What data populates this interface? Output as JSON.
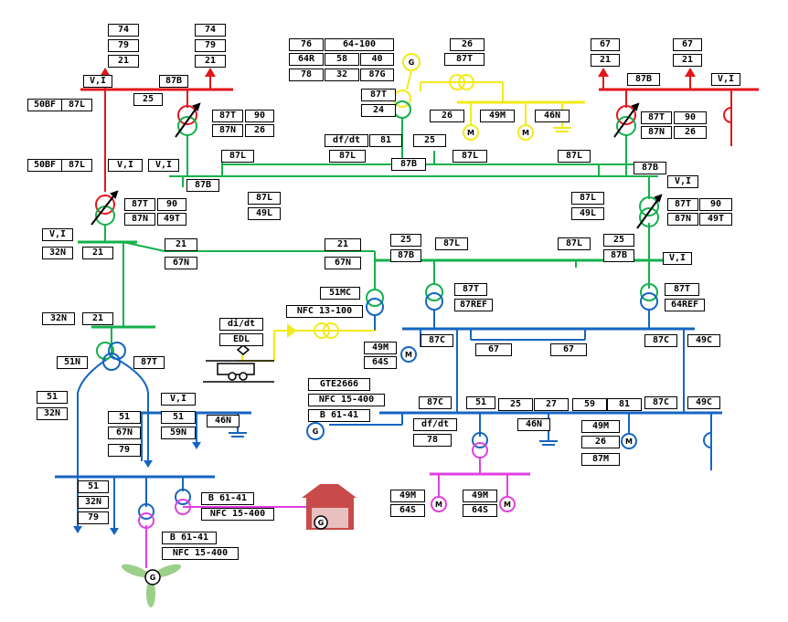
{
  "colors": {
    "red_section": "#e3161b",
    "green_section": "#12b14b",
    "yellow_section": "#f2ea1a",
    "blue_section": "#1565c0",
    "magenta_section": "#e040e0",
    "house": "#c84a4a"
  },
  "labels": {
    "tl_74": "74",
    "tl_79": "79",
    "tl_21": "21",
    "tl2_74": "74",
    "tl2_79": "79",
    "tl2_21": "21",
    "vi_top": "V,I",
    "87b_top": "87B",
    "25_top": "25",
    "50bf_1": "50BF",
    "87l_1": "87L",
    "t1_87t": "87T",
    "t1_90": "90",
    "t1_87n": "87N",
    "t1_26": "26",
    "50bf_2": "50BF",
    "87l_2": "87L",
    "vi_2": "V,I",
    "vi_3": "V,I",
    "g_76": "76",
    "g_64_100": "64-100",
    "g_64r": "64R",
    "g_58": "58",
    "g_40": "40",
    "g_78": "78",
    "g_32": "32",
    "g_87g": "87G",
    "y_26": "26",
    "y_87t": "87T",
    "y_87t2": "87T",
    "y_24": "24",
    "y_26b": "26",
    "y_49m": "49M",
    "y_46n": "46N",
    "dfdt_1": "df/dt",
    "n81_1": "81",
    "87l_3": "87L",
    "87b_2": "87B",
    "n25_2": "25",
    "87l_4": "87L",
    "87l_5": "87L",
    "87b_3": "87B",
    "87l_6": "87L",
    "49l_1": "49L",
    "tr_67a": "67",
    "tr_21a": "21",
    "tr_67b": "67",
    "tr_21b": "21",
    "87b_4": "87B",
    "vi_4": "V,I",
    "tr_87t": "87T",
    "tr_90": "90",
    "tr_87n": "87N",
    "tr_26": "26",
    "87l_7": "87L",
    "87b_5": "87B",
    "vi_5": "V,I",
    "87l_8": "87L",
    "49l_2": "49L",
    "tr2_87t": "87T",
    "tr2_90": "90",
    "tr2_87n": "87N",
    "tr2_49t": "49T",
    "lt_87t": "87T",
    "lt_90": "90",
    "lt_87n": "87N",
    "lt_49t": "49T",
    "vi_6": "V,I",
    "32n_1": "32N",
    "n21_1": "21",
    "n21_2": "21",
    "67n_1": "67N",
    "n21_3": "21",
    "67n_2": "67N",
    "n25_3": "25",
    "87l_9": "87L",
    "87b_6": "87B",
    "87l_10": "87L",
    "n25_4": "25",
    "87b_7": "87B",
    "vi_7": "V,I",
    "51mc": "51MC",
    "nfc_13_100": "NFC 13-100",
    "didt": "di/dt",
    "edl": "EDL",
    "87t_b": "87T",
    "87ref": "87REF",
    "87t_c": "87T",
    "64ref": "64REF",
    "32n_2": "32N",
    "n21_4": "21",
    "49m_1": "49M",
    "64s_1": "64S",
    "87c_1": "87C",
    "n67_1": "67",
    "n67_2": "67",
    "87c_2": "87C",
    "49c_1": "49C",
    "51n": "51N",
    "87t_d": "87T",
    "n51_1": "51",
    "32n_3": "32N",
    "vi_8": "V,I",
    "n51_2": "51",
    "59n": "59N",
    "46n_2": "46N",
    "n51_3": "51",
    "67n_3": "67N",
    "n79": "79",
    "gte2666": "GTE2666",
    "nfc_15_400a": "NFC 15-400",
    "b6141a": "B 61-41",
    "87c_3": "87C",
    "n51_4": "51",
    "n25_5": "25",
    "n27": "27",
    "n59": "59",
    "n81_2": "81",
    "87c_4": "87C",
    "49c_2": "49C",
    "dfdt_2": "df/dt",
    "n78": "78",
    "46n_3": "46N",
    "49m_2": "49M",
    "n26_2": "26",
    "87m": "87M",
    "b6141b": "B 61-41",
    "nfc_15_400b": "NFC 15-400",
    "n51_5": "51",
    "32n_4": "32N",
    "n79_2": "79",
    "49m_3": "49M",
    "64s_2": "64S",
    "49m_4": "49M",
    "64s_3": "64S",
    "b6141c": "B 61-41",
    "nfc_15_400c": "NFC 15-400"
  },
  "symbols": {
    "generator": "G",
    "motor": "M"
  }
}
